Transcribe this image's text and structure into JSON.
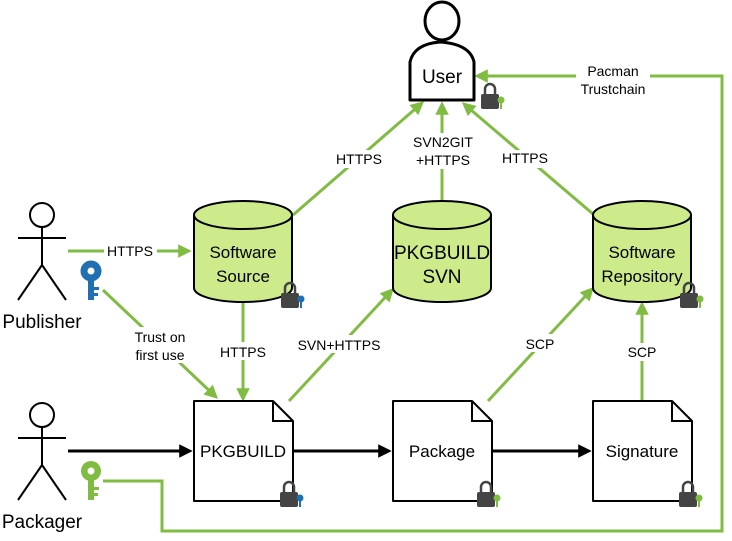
{
  "actors": {
    "user": "User",
    "publisher": "Publisher",
    "packager": "Packager"
  },
  "nodes": {
    "software_source": [
      "Software",
      "Source"
    ],
    "pkgbuild_svn": [
      "PKGBUILD",
      "SVN"
    ],
    "software_repository": [
      "Software",
      "Repository"
    ],
    "pkgbuild": "PKGBUILD",
    "package": "Package",
    "signature": "Signature"
  },
  "edges": {
    "publisher_to_source": "HTTPS",
    "source_to_user": "HTTPS",
    "svn_to_user": [
      "SVN2GIT",
      "+HTTPS"
    ],
    "repo_to_user": "HTTPS",
    "trust": [
      "Trust on",
      "first use"
    ],
    "source_to_pkgbuild": "HTTPS",
    "pkgbuild_to_svn": "SVN+HTTPS",
    "package_to_repo": "SCP",
    "signature_to_repo": "SCP",
    "pacman": [
      "Pacman",
      "Trustchain"
    ]
  },
  "colors": {
    "green": "#80bc42",
    "cylinder_fill": "#cdeb8b",
    "blue_key": "#1f6fb2",
    "lock": "#444444"
  }
}
